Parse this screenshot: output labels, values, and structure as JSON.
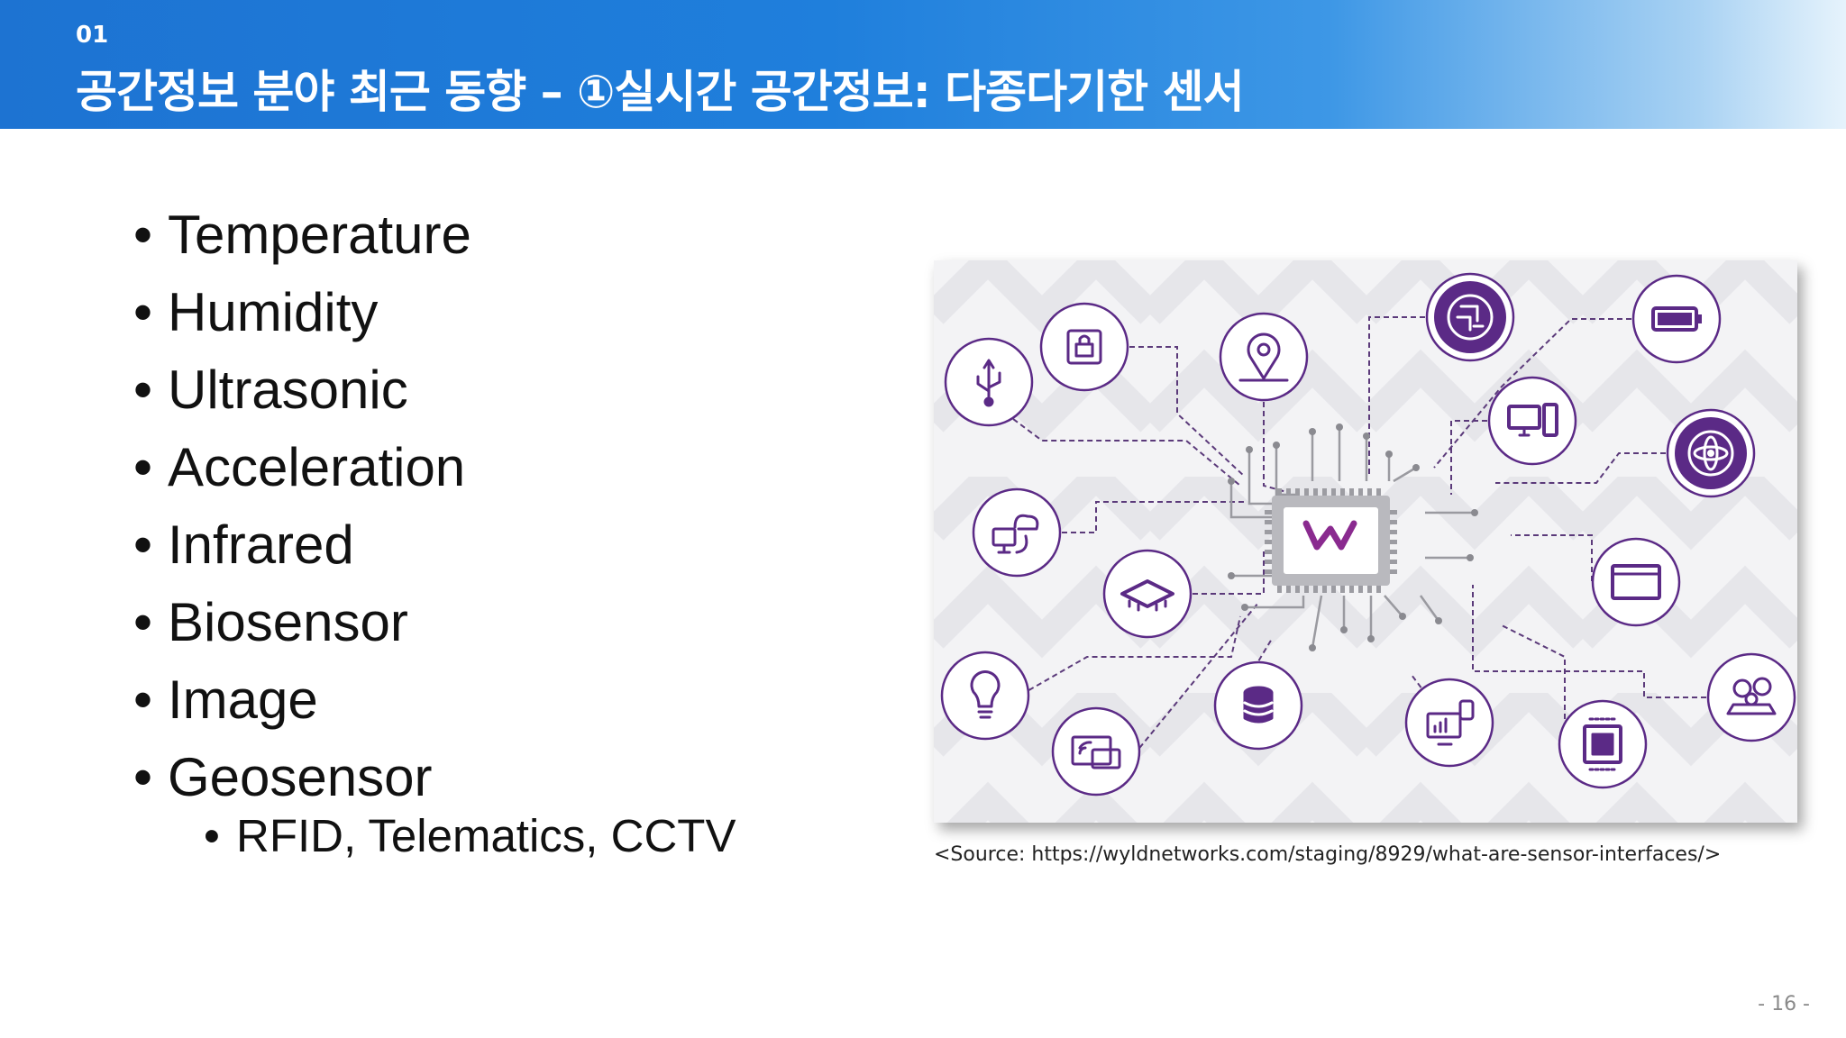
{
  "header": {
    "section_number": "01",
    "title": "공간정보 분야 최근 동향 – ①실시간 공간정보: 다종다기한 센서"
  },
  "bullets": [
    "Temperature",
    "Humidity",
    "Ultrasonic",
    "Acceleration",
    "Infrared",
    "Biosensor",
    "Image",
    "Geosensor"
  ],
  "sub_bullets": [
    "RFID, Telematics, CCTV"
  ],
  "figure": {
    "caption": "<Source:  https://wyldnetworks.com/staging/8929/what-are-sensor-interfaces/>",
    "accent_color": "#5b2a86",
    "chip_logo_color": "#8a2a8f",
    "icons": [
      "usb-icon",
      "lock-chip-icon",
      "location-pin-icon",
      "circuit-brain-icon",
      "battery-icon",
      "computer-icon",
      "atom-icon",
      "cloud-sync-icon",
      "microchip-icon",
      "browser-window-icon",
      "lightbulb-icon",
      "wireless-screen-icon",
      "database-icon",
      "analytics-display-icon",
      "processor-icon",
      "team-chat-icon"
    ]
  },
  "page_number": "- 16 -"
}
